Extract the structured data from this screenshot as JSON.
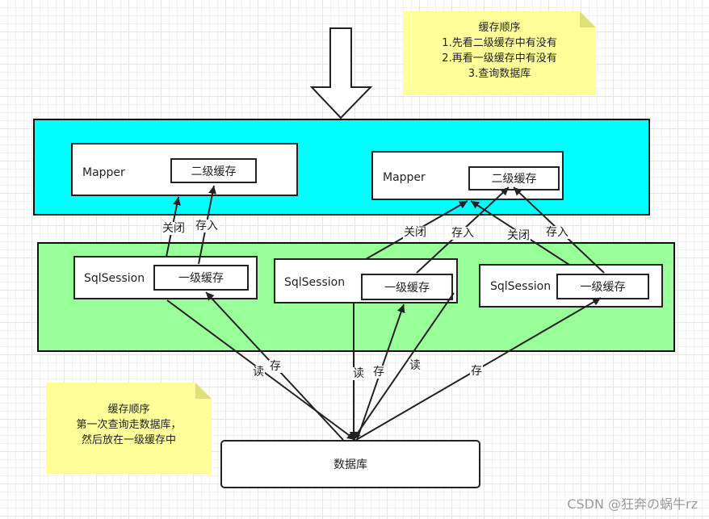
{
  "mapper_level": {
    "boxes": [
      {
        "label": "Mapper",
        "cache": "二级缓存"
      },
      {
        "label": "Mapper",
        "cache": "二级缓存"
      }
    ]
  },
  "session_level": {
    "boxes": [
      {
        "label": "SqlSession",
        "cache": "一级缓存"
      },
      {
        "label": "SqlSession",
        "cache": "一级缓存"
      },
      {
        "label": "SqlSession",
        "cache": "一级缓存"
      }
    ]
  },
  "database": {
    "label": "数据库"
  },
  "notes": {
    "top": {
      "lines": [
        "缓存顺序",
        "1.先看二级缓存中有没有",
        "2.再看一级缓存中有没有",
        "3.查询数据库"
      ]
    },
    "bottom": {
      "lines": [
        "缓存顺序",
        "第一次查询走数据库，",
        "然后放在一级缓存中"
      ]
    }
  },
  "edge_labels": {
    "close": "关闭",
    "store": "存入",
    "read": "读",
    "save": "存"
  },
  "watermark": "CSDN @狂奔の蜗牛rz",
  "colors": {
    "mapper_band": "#00ffff",
    "session_band": "#99ff99",
    "note": "#ffff99"
  }
}
